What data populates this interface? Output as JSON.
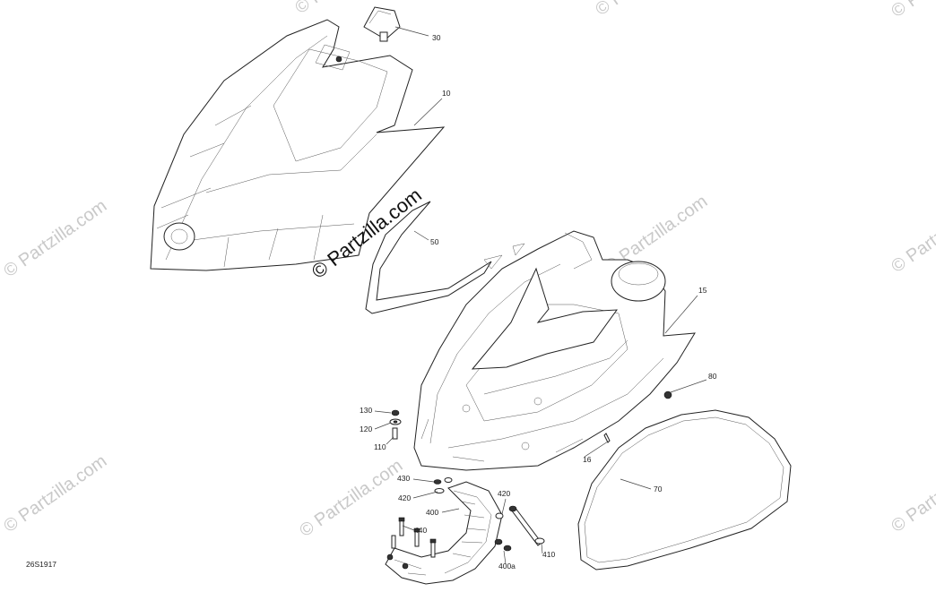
{
  "diagram": {
    "code": "26S1917",
    "watermark_main": "© Partzilla.com",
    "watermark_tile": "© Partzilla.com",
    "callouts": [
      {
        "id": "c30",
        "label": "30"
      },
      {
        "id": "c10",
        "label": "10"
      },
      {
        "id": "c50",
        "label": "50"
      },
      {
        "id": "c15",
        "label": "15"
      },
      {
        "id": "c80",
        "label": "80"
      },
      {
        "id": "c130",
        "label": "130"
      },
      {
        "id": "c120a",
        "label": "120"
      },
      {
        "id": "c110",
        "label": "110"
      },
      {
        "id": "c16",
        "label": "16"
      },
      {
        "id": "c430",
        "label": "430"
      },
      {
        "id": "c420a",
        "label": "420"
      },
      {
        "id": "c420b",
        "label": "420"
      },
      {
        "id": "c400",
        "label": "400"
      },
      {
        "id": "c440",
        "label": "440"
      },
      {
        "id": "c70",
        "label": "70"
      },
      {
        "id": "c410",
        "label": "410"
      },
      {
        "id": "c400a",
        "label": "400a"
      }
    ]
  }
}
